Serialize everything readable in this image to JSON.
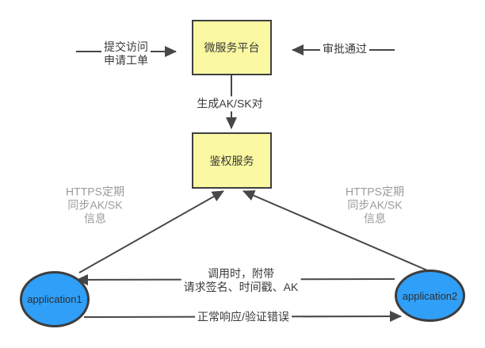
{
  "diagram": {
    "nodes": {
      "platform": {
        "label": "微服务平台"
      },
      "auth": {
        "label": "鉴权服务"
      },
      "app1": {
        "label": "application1"
      },
      "app2": {
        "label": "application2"
      }
    },
    "edges": {
      "submit": {
        "line1": "提交访问",
        "line2": "申请工单"
      },
      "approve": {
        "label": "审批通过"
      },
      "generate": {
        "label": "生成AK/SK对"
      },
      "sync_left": {
        "line1": "HTTPS定期",
        "line2": "同步AK/SK",
        "line3": "信息"
      },
      "sync_right": {
        "line1": "HTTPS定期",
        "line2": "同步AK/SK",
        "line3": "信息"
      },
      "call": {
        "line1": "调用时，附带",
        "line2": "请求签名、时间戳、AK"
      },
      "response": {
        "label": "正常响应/验证错误"
      }
    },
    "colors": {
      "process_fill": "#FBF8A2",
      "application_fill": "#2F9FF8",
      "stroke": "#474747",
      "text": "#3A3A3A",
      "muted_text": "#9B9B9B",
      "background": "#FFFFFF"
    }
  }
}
